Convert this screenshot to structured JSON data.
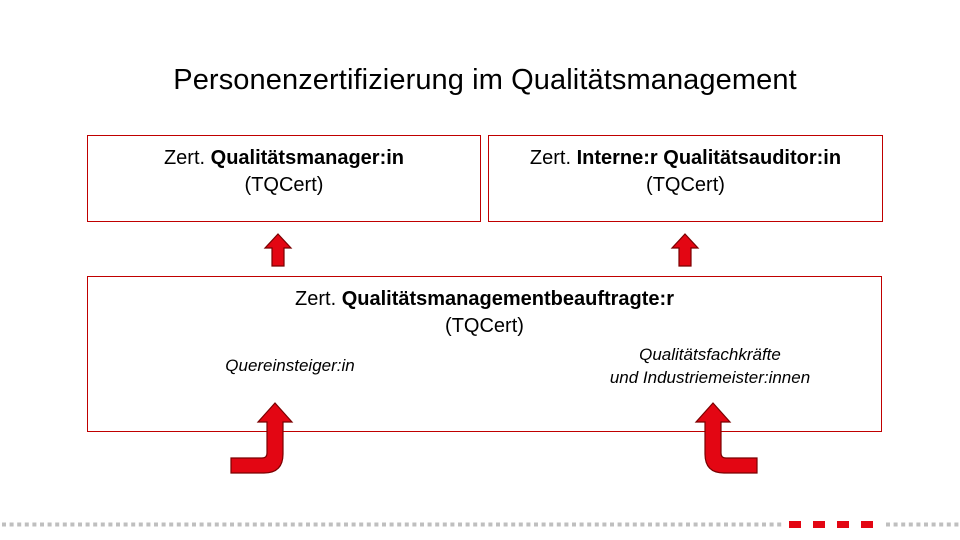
{
  "title": "Personenzertifizierung im Qualitätsmanagement",
  "boxes": {
    "qm": {
      "prefix": "Zert. ",
      "name": "Qualitätsmanager:in",
      "issuer": "(TQCert)"
    },
    "internal_auditor": {
      "prefix": "Zert. ",
      "name": "Interne:r Qualitätsauditor:in",
      "issuer": "(TQCert)"
    },
    "qmb": {
      "prefix": "Zert. ",
      "name": "Qualitätsmanagementbeauftragte:r",
      "issuer": "(TQCert)"
    }
  },
  "entry_paths": {
    "left": "Quereinsteiger:in",
    "right_line1": "Qualitätsfachkräfte",
    "right_line2": "und Industriemeister:innen"
  },
  "colors": {
    "accent": "#e30613",
    "arrow_outline": "#7a0000",
    "border": "#c00000",
    "dots_gray": "#bfbfbf"
  }
}
